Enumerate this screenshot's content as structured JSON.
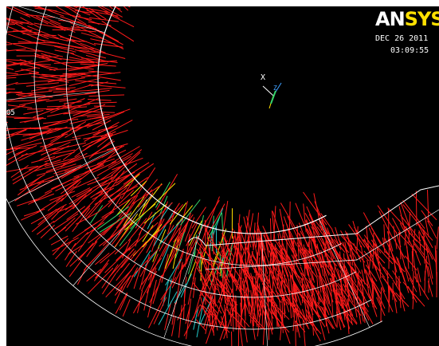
{
  "app": {
    "logo": {
      "text_white": "AN",
      "text_yellow": "SYS",
      "name": "ANSYS"
    },
    "date": "DEC 26 2011",
    "time": "03:09:55",
    "triad": {
      "x_label": "X",
      "z_label": "Z"
    },
    "side_label": "05"
  },
  "colors": {
    "background": "#000000",
    "outline": "#ffffff",
    "vector_high": "#ff1a1a",
    "vector_mid": "#ffe000",
    "vector_low": "#35d46a",
    "vector_cyan": "#22c7c7",
    "logo_yellow": "#ffe000"
  }
}
